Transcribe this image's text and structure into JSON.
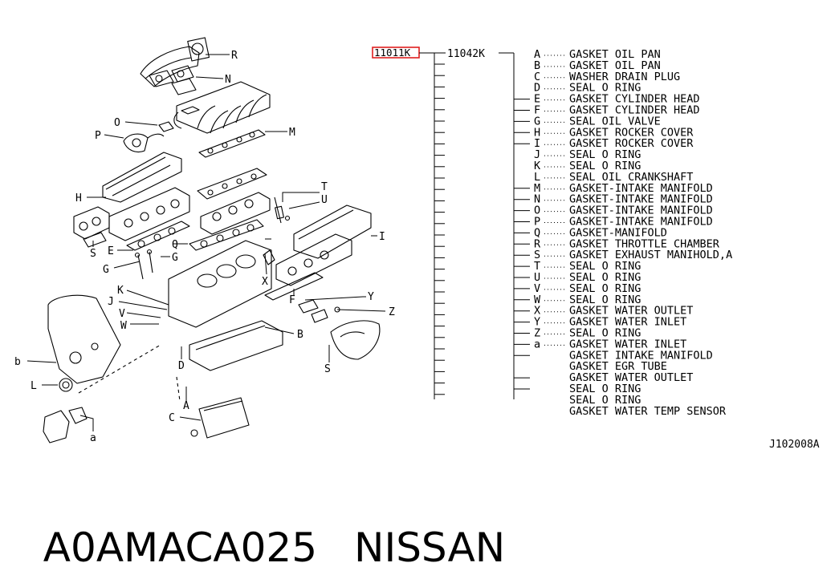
{
  "diagram": {
    "drawing_id": "J102008A",
    "highlighted_part": "11011K",
    "sub_kit_part": "11042K",
    "parts": [
      {
        "letter": "A",
        "name": "GASKET OIL PAN"
      },
      {
        "letter": "B",
        "name": "GASKET OIL PAN"
      },
      {
        "letter": "C",
        "name": "WASHER DRAIN PLUG"
      },
      {
        "letter": "D",
        "name": "SEAL O RING"
      },
      {
        "letter": "E",
        "name": "GASKET CYLINDER HEAD"
      },
      {
        "letter": "F",
        "name": "GASKET CYLINDER HEAD"
      },
      {
        "letter": "G",
        "name": "SEAL OIL VALVE"
      },
      {
        "letter": "H",
        "name": "GASKET ROCKER COVER"
      },
      {
        "letter": "I",
        "name": "GASKET ROCKER COVER"
      },
      {
        "letter": "J",
        "name": "SEAL O RING"
      },
      {
        "letter": "K",
        "name": "SEAL O RING"
      },
      {
        "letter": "L",
        "name": "SEAL OIL CRANKSHAFT"
      },
      {
        "letter": "M",
        "name": "GASKET-INTAKE MANIFOLD"
      },
      {
        "letter": "N",
        "name": "GASKET-INTAKE MANIFOLD"
      },
      {
        "letter": "O",
        "name": "GASKET-INTAKE MANIFOLD"
      },
      {
        "letter": "P",
        "name": "GASKET-INTAKE MANIFOLD"
      },
      {
        "letter": "Q",
        "name": "GASKET-MANIFOLD"
      },
      {
        "letter": "R",
        "name": "GASKET THROTTLE CHAMBER"
      },
      {
        "letter": "S",
        "name": "GASKET EXHAUST MANIHOLD,A"
      },
      {
        "letter": "T",
        "name": "SEAL O RING"
      },
      {
        "letter": "U",
        "name": "SEAL O RING"
      },
      {
        "letter": "V",
        "name": "SEAL O RING"
      },
      {
        "letter": "W",
        "name": "SEAL O RING"
      },
      {
        "letter": "X",
        "name": "GASKET WATER OUTLET"
      },
      {
        "letter": "Y",
        "name": "GASKET WATER INLET"
      },
      {
        "letter": "Z",
        "name": "SEAL O RING"
      },
      {
        "letter": "a",
        "name": "GASKET WATER INLET"
      },
      {
        "letter": "",
        "name": "GASKET INTAKE MANIFOLD"
      },
      {
        "letter": "",
        "name": "GASKET EGR TUBE"
      },
      {
        "letter": "",
        "name": "GASKET WATER OUTLET"
      },
      {
        "letter": "",
        "name": "SEAL O RING"
      },
      {
        "letter": "",
        "name": "SEAL O RING"
      },
      {
        "letter": "",
        "name": "GASKET WATER TEMP SENSOR"
      }
    ],
    "callouts": [
      "R",
      "N",
      "O",
      "P",
      "M",
      "H",
      "T",
      "U",
      "I",
      "S",
      "E",
      "G",
      "Q",
      "G",
      "K",
      "J",
      "X",
      "V",
      "W",
      "Y",
      "Z",
      "B",
      "F",
      "S",
      "D",
      "b",
      "L",
      "A",
      "C",
      "a"
    ]
  },
  "footer": {
    "part_number": "A0AMACA025",
    "brand": "NISSAN"
  },
  "colors": {
    "highlight": "#e02020",
    "line": "#000000"
  }
}
